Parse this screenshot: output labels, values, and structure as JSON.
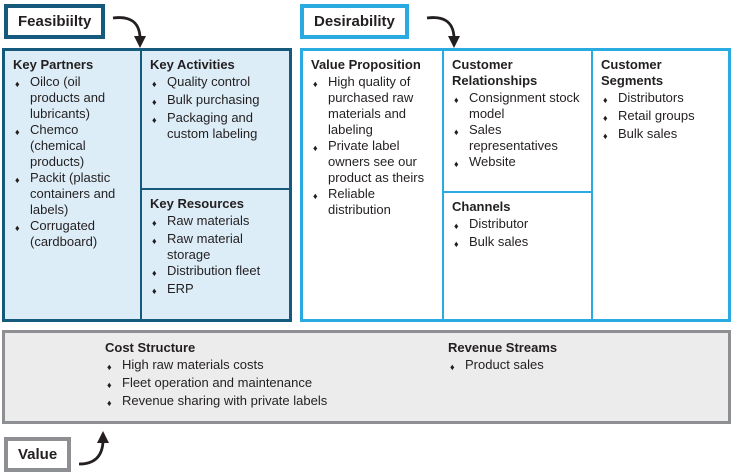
{
  "bullet_char": "♦",
  "labels": {
    "feasibility": "Feasibiilty",
    "desirability": "Desirability",
    "value": "Value"
  },
  "colors": {
    "dark_blue_border": "#155a7d",
    "light_blue_fill": "#dcedf8",
    "cyan_border": "#29abe2",
    "gray_border": "#8d8f92",
    "gray_fill": "#ececec",
    "text": "#231f20",
    "arrow": "#231f20"
  },
  "panels": {
    "key_partners": {
      "title": "Key Partners",
      "items": [
        "Oilco (oil products and lubricants)",
        "Chemco (chemical products)",
        "Packit (plastic containers and labels)",
        "Corrugated (cardboard)"
      ]
    },
    "key_activities": {
      "title": "Key Activities",
      "items": [
        "Quality control",
        "Bulk purchasing",
        "Packaging and custom labeling"
      ]
    },
    "key_resources": {
      "title": "Key Resources",
      "items": [
        "Raw materials",
        "Raw material storage",
        "Distribution fleet",
        "ERP"
      ]
    },
    "value_proposition": {
      "title": "Value Proposition",
      "items": [
        "High quality of purchased raw materials and labeling",
        "Private label owners see our product as theirs",
        "Reliable distribution"
      ]
    },
    "customer_relationships": {
      "title": "Customer Relationships",
      "items": [
        "Consignment stock model",
        "Sales representatives",
        "Website"
      ]
    },
    "channels": {
      "title": "Channels",
      "items": [
        "Distributor",
        "Bulk sales"
      ]
    },
    "customer_segments": {
      "title": "Customer Segments",
      "items": [
        "Distributors",
        "Retail groups",
        "Bulk sales"
      ]
    },
    "cost_structure": {
      "title": "Cost Structure",
      "items": [
        "High raw materials costs",
        "Fleet operation and maintenance",
        "Revenue sharing with private labels"
      ]
    },
    "revenue_streams": {
      "title": "Revenue Streams",
      "items": [
        "Product sales"
      ]
    }
  }
}
